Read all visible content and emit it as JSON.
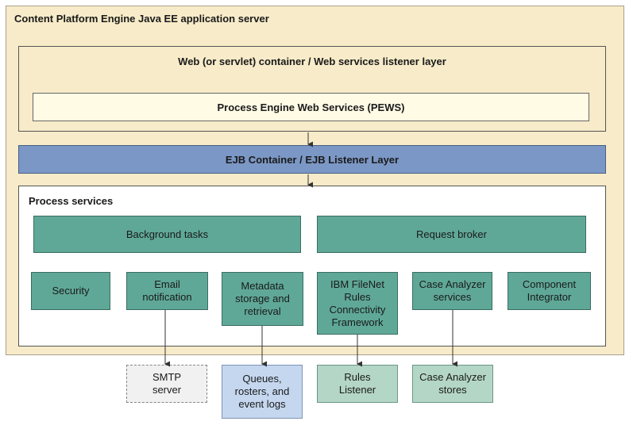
{
  "outer": {
    "title": "Content Platform Engine Java EE application server"
  },
  "web_container": {
    "title": "Web (or servlet) container / Web services listener layer"
  },
  "pews": {
    "label": "Process Engine Web Services (PEWS)"
  },
  "ejb": {
    "label": "EJB Container / EJB Listener Layer"
  },
  "process_services": {
    "title": "Process services",
    "background_tasks": "Background tasks",
    "request_broker": "Request broker",
    "security": "Security",
    "email_notification": [
      "Email",
      "notification"
    ],
    "metadata": [
      "Metadata",
      "storage and",
      "retrieval"
    ],
    "rules_framework": [
      "IBM FileNet",
      "Rules",
      "Connectivity",
      "Framework"
    ],
    "case_analyzer_services": [
      "Case Analyzer",
      "services"
    ],
    "component_integrator": [
      "Component",
      "Integrator"
    ]
  },
  "external": {
    "smtp": [
      "SMTP",
      "server"
    ],
    "queues": [
      "Queues,",
      "rosters, and",
      "event logs"
    ],
    "rules_listener": [
      "Rules",
      "Listener"
    ],
    "case_analyzer_stores": [
      "Case Analyzer",
      "stores"
    ]
  },
  "colors": {
    "server_background": "#f7ebc9",
    "ejb_blue": "#7b97c5",
    "service_teal": "#5fa898",
    "light_teal": "#b4d6c6",
    "light_blue": "#c5d7ef"
  }
}
